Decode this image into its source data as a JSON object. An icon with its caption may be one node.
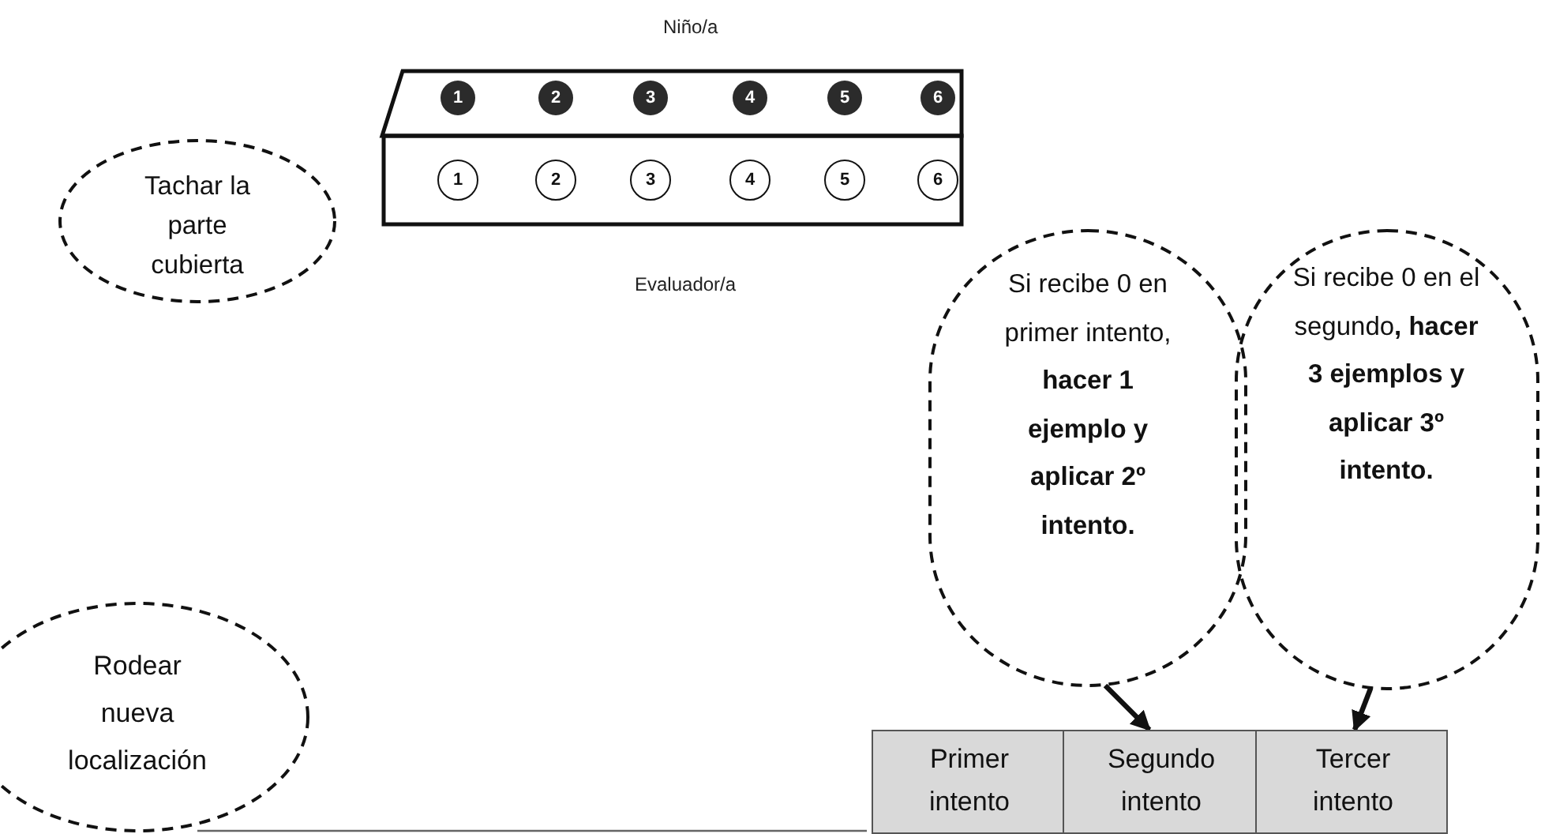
{
  "diagram": {
    "nodes": [
      {
        "text": [
          "Tachar la parte cubierta"
        ]
      },
      {
        "text": [],
        "shape": "box",
        "beside": [
          "Niño/a"
        ]
      },
      {
        "text": [
          "1"
        ],
        "in": 1
      },
      {
        "text": [
          "2"
        ],
        "in": 1
      },
      {
        "text": [
          "3"
        ],
        "in": 1
      },
      {
        "text": [
          "4"
        ],
        "in": 1
      },
      {
        "text": [
          "5"
        ],
        "in": 1
      },
      {
        "text": [
          "6"
        ],
        "in": 1
      },
      {
        "text": [],
        "shape": "box",
        "beside": [
          "Evaluador/a"
        ]
      },
      {
        "text": [
          "1"
        ],
        "in": 8
      },
      {
        "text": [
          "2"
        ],
        "in": 8
      },
      {
        "text": [
          "3"
        ],
        "in": 8
      },
      {
        "text": [
          "4"
        ],
        "in": 8
      },
      {
        "text": [
          "5"
        ],
        "in": 8
      },
      {
        "text": [
          "6"
        ],
        "in": 8
      },
      {
        "text": [
          "Si recibe 0 en primer intento, **hacer 1 ejemplo y aplicar 2º intento.**"
        ]
      },
      {
        "text": [
          "Si recibe 0 en el segundo**, hacer 3 ejemplos y aplicar 3º intento.**"
        ]
      },
      {
        "text": [
          "Rodear nueva localización"
        ]
      },
      {
        "text": [
          "Primer intento"
        ]
      },
      {
        "text": [
          "Segundo intento"
        ]
      },
      {
        "text": [
          "Tercer intento"
        ]
      }
    ],
    "edges": [
      {
        "from": 15,
        "to": 19,
        "arrow": "to"
      },
      {
        "from": 16,
        "to": 20,
        "arrow": "to"
      }
    ]
  }
}
